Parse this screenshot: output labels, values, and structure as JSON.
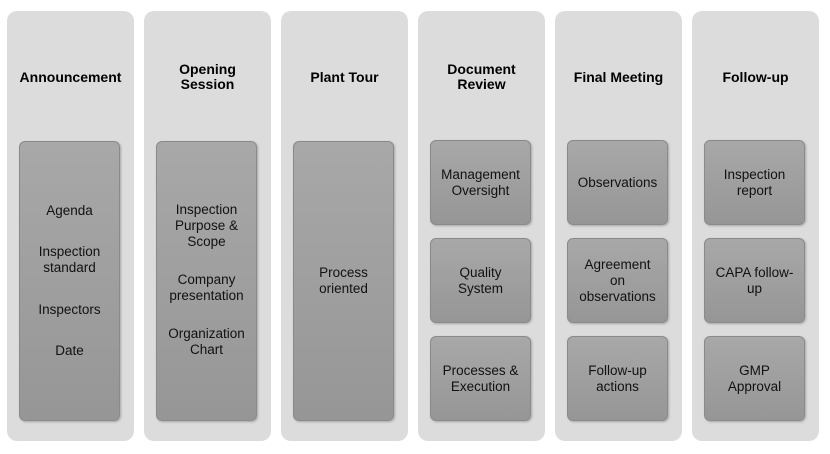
{
  "columns": [
    {
      "title": "Announcement",
      "boxes": [
        {
          "items": [
            "Agenda",
            "Inspection\nstandard",
            "Inspectors",
            "Date"
          ]
        }
      ]
    },
    {
      "title": "Opening\nSession",
      "boxes": [
        {
          "items": [
            "Inspection\nPurpose &\nScope",
            "Company\npresentation",
            "Organization\nChart"
          ]
        }
      ]
    },
    {
      "title": "Plant Tour",
      "boxes": [
        {
          "items": [
            "Process\noriented"
          ]
        }
      ]
    },
    {
      "title": "Document\nReview",
      "boxes": [
        {
          "items": [
            "Management\nOversight"
          ]
        },
        {
          "items": [
            "Quality\nSystem"
          ]
        },
        {
          "items": [
            "Processes &\nExecution"
          ]
        }
      ]
    },
    {
      "title": "Final Meeting",
      "boxes": [
        {
          "items": [
            "Observations"
          ]
        },
        {
          "items": [
            "Agreement\non\nobservations"
          ]
        },
        {
          "items": [
            "Follow-up\nactions"
          ]
        }
      ]
    },
    {
      "title": "Follow-up",
      "boxes": [
        {
          "items": [
            "Inspection\nreport"
          ]
        },
        {
          "items": [
            "CAPA follow-\nup"
          ]
        },
        {
          "items": [
            "GMP\nApproval"
          ]
        }
      ]
    }
  ]
}
